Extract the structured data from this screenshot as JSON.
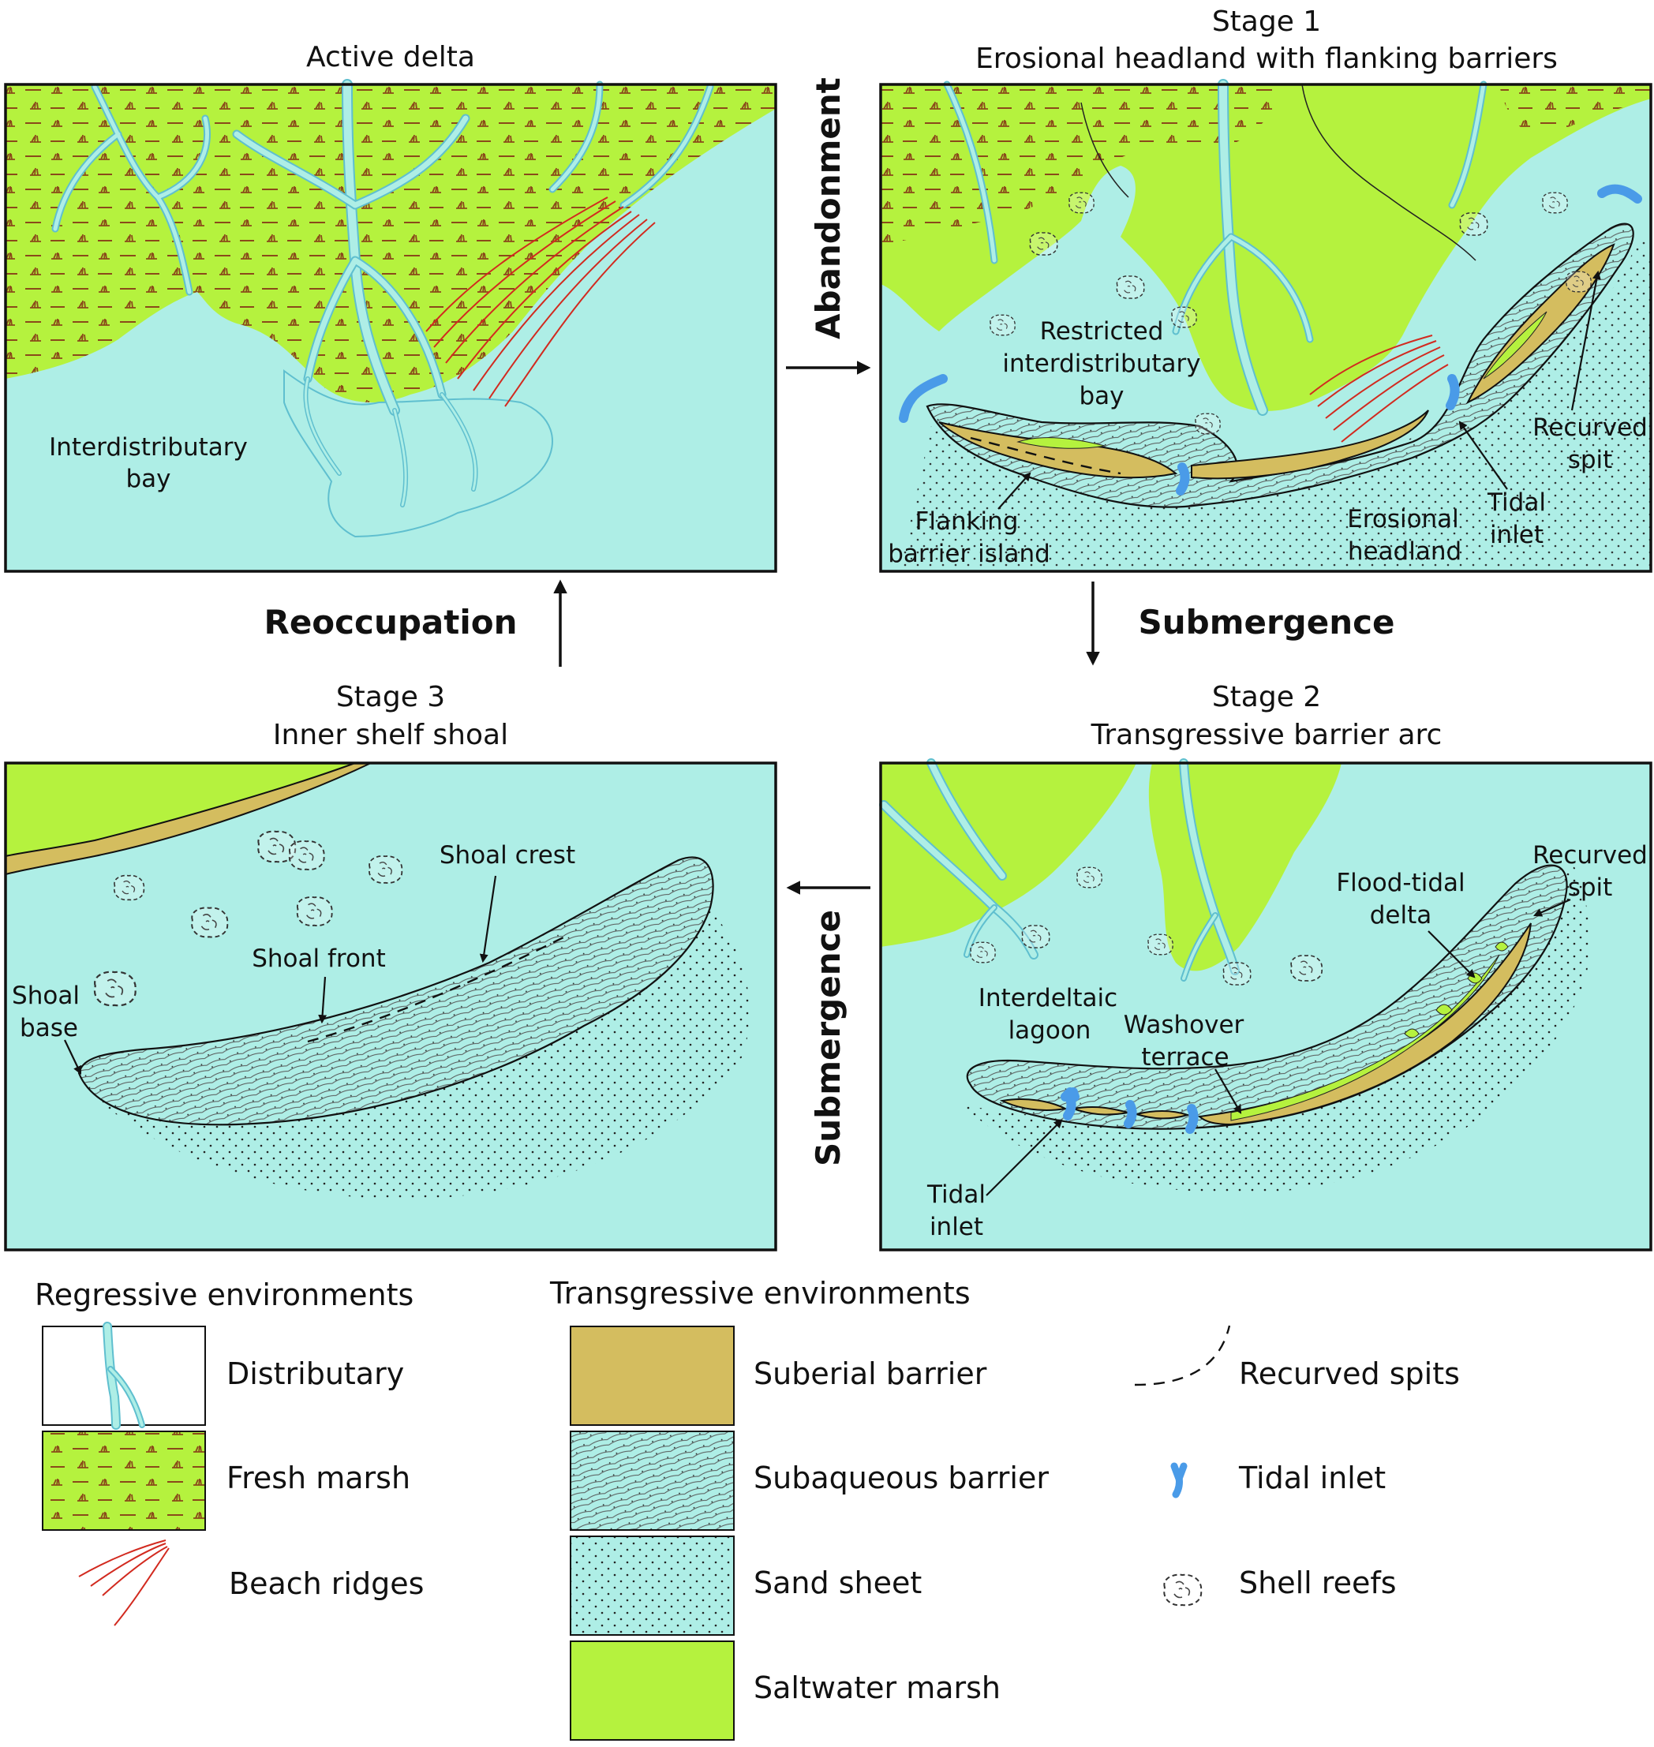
{
  "panels": {
    "active_delta": {
      "title": "Active delta",
      "labels": {
        "bay_1": "Interdistributary",
        "bay_2": "bay"
      }
    },
    "stage1": {
      "title_1": "Stage 1",
      "title_2": "Erosional headland with flanking barriers",
      "labels": {
        "restricted_1": "Restricted",
        "restricted_2": "interdistributary",
        "restricted_3": "bay",
        "recurved_1": "Recurved",
        "recurved_2": "spit",
        "flanking_1": "Flanking",
        "flanking_2": "barrier island",
        "headland_1": "Erosional",
        "headland_2": "headland",
        "tidal_1": "Tidal",
        "tidal_2": "inlet"
      }
    },
    "stage2": {
      "title_1": "Stage 2",
      "title_2": "Transgressive barrier arc",
      "labels": {
        "recurved_1": "Recurved",
        "recurved_2": "spit",
        "flood_1": "Flood-tidal",
        "flood_2": "delta",
        "lagoon_1": "Interdeltaic",
        "lagoon_2": "lagoon",
        "washover_1": "Washover",
        "washover_2": "terrace",
        "tidal_1": "Tidal",
        "tidal_2": "inlet"
      }
    },
    "stage3": {
      "title_1": "Stage 3",
      "title_2": "Inner shelf shoal",
      "labels": {
        "crest": "Shoal crest",
        "front": "Shoal front",
        "base_1": "Shoal",
        "base_2": "base"
      }
    }
  },
  "transitions": {
    "abandonment": "Abandonment",
    "submergence_right": "Submergence",
    "submergence_left": "Submergence",
    "reoccupation": "Reoccupation"
  },
  "legend": {
    "regressive_title": "Regressive environments",
    "transgressive_title": "Transgressive environments",
    "items": {
      "distributary": "Distributary",
      "fresh_marsh": "Fresh marsh",
      "beach_ridges": "Beach ridges",
      "subaerial_barrier": "Suberial barrier",
      "subaqueous_barrier": "Subaqueous barrier",
      "sand_sheet": "Sand sheet",
      "saltwater_marsh": "Saltwater marsh",
      "recurved_spits": "Recurved spits",
      "tidal_inlet": "Tidal inlet",
      "shell_reefs": "Shell reefs"
    }
  },
  "colors": {
    "water": "#aeeee6",
    "marsh": "#b5f23e",
    "barrier": "#d4bd5f",
    "beach_ridge": "#d22a1f",
    "tidal_inlet": "#4a9be8",
    "marsh_tuft": "#8a4a1a"
  },
  "icons": {
    "shell_reef": "shell-reef-icon",
    "tidal_inlet": "tidal-inlet-icon",
    "arrow": "arrow-icon"
  }
}
